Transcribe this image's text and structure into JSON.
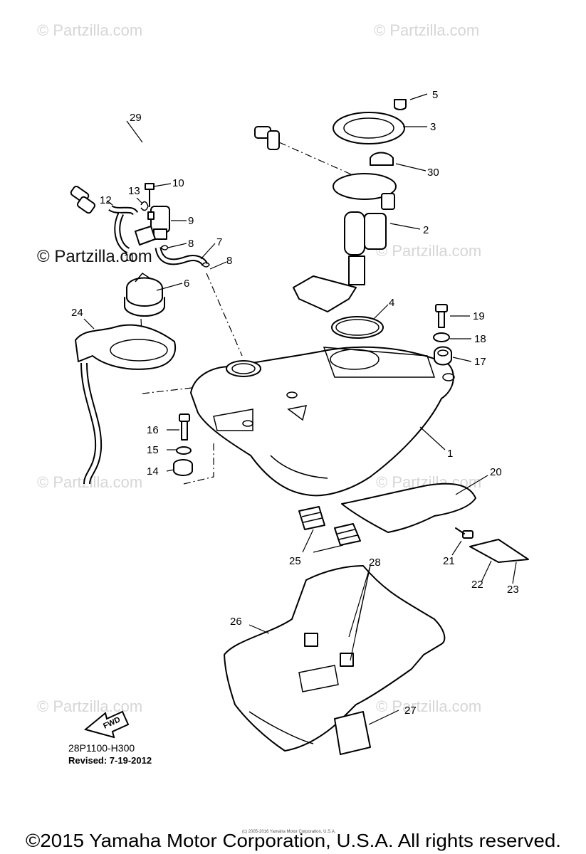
{
  "watermarks": {
    "light": "© Partzilla.com",
    "dark": "© Partzilla.com"
  },
  "callouts": [
    "1",
    "2",
    "3",
    "4",
    "5",
    "6",
    "7",
    "8",
    "8",
    "9",
    "10",
    "11",
    "12",
    "13",
    "14",
    "15",
    "16",
    "17",
    "18",
    "19",
    "20",
    "21",
    "22",
    "23",
    "24",
    "25",
    "26",
    "27",
    "28",
    "29",
    "30"
  ],
  "reference": {
    "code": "28P1100-H300",
    "revised": "Revised: 7-19-2012"
  },
  "fwd_label": "FWD",
  "small_copyright": "(c) 2005-2016 Yamaha Motor Corporation, U.S.A.",
  "footer": "©2015 Yamaha Motor Corporation, U.S.A. All rights reserved."
}
